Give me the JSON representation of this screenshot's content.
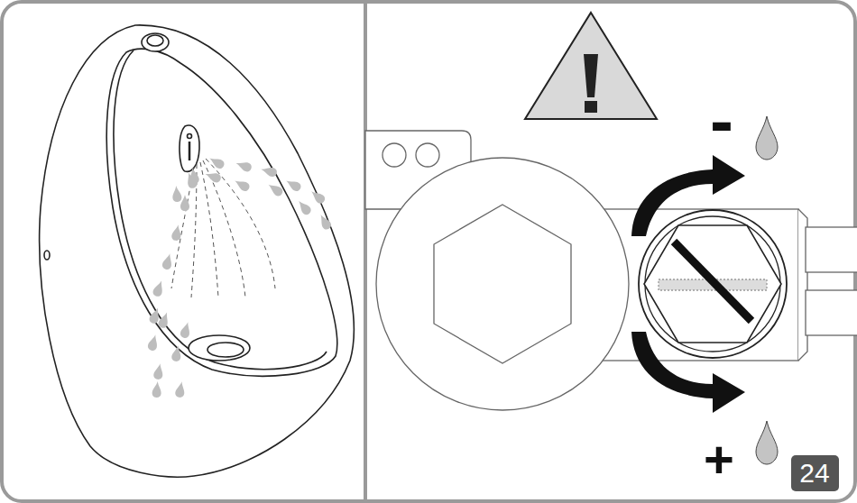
{
  "diagram": {
    "labels": [
      "-",
      "+",
      "24"
    ]
  }
}
